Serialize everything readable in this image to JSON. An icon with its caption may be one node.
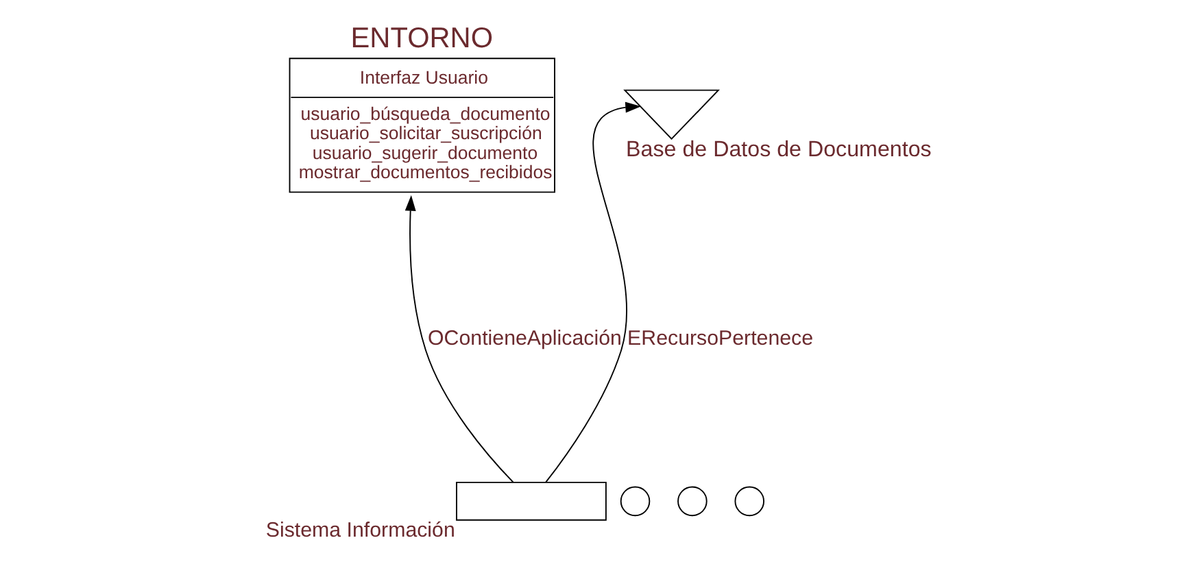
{
  "diagram": {
    "nodes": [
      {
        "text": [
          "ENTORNO",
          "Interfaz Usuario",
          "usuario_búsqueda_documento usuario_solicitar_suscripción usuario_sugerir_documento mostrar_documentos_recibidos"
        ]
      },
      {
        "text": [
          "Base de Datos de Documentos"
        ]
      },
      {
        "text": [],
        "shape": "circle"
      },
      {
        "text": [],
        "shape": "circle"
      },
      {
        "text": [],
        "shape": "circle"
      },
      {
        "text": [
          "Sistema Información"
        ]
      }
    ],
    "edges": [
      {
        "from": 5,
        "to": 0,
        "arrow": "to",
        "label": "OContieneAplicación"
      },
      {
        "from": 5,
        "to": 1,
        "arrow": "to",
        "label": "ERecursoPertenece"
      }
    ]
  }
}
